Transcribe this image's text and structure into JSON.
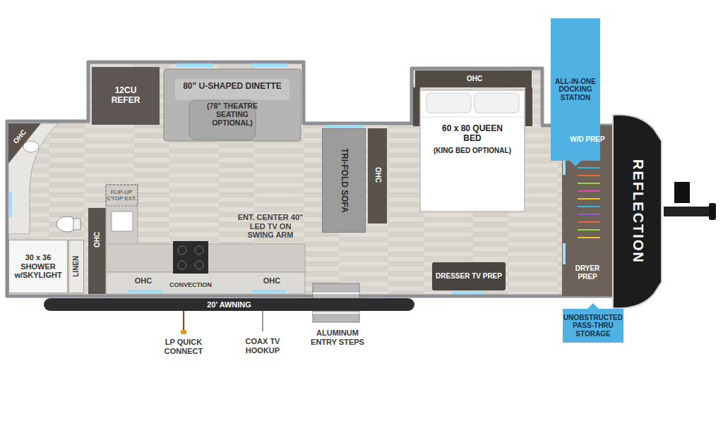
{
  "diagram": {
    "nodes": [
      {
        "text": [
          "12CU REFER"
        ]
      },
      {
        "text": [
          "80\" U-SHAPED DINETTE",
          "(78\" THEATRE SEATING OPTIONAL)"
        ]
      },
      {
        "text": [
          "TRI-FOLD SOFA"
        ]
      },
      {
        "text": [
          "60 x 80 QUEEN BED",
          "(KING BED OPTIONAL)"
        ]
      },
      {
        "text": [
          "30 x 36 SHOWER w/SKYLIGHT"
        ]
      },
      {
        "text": [
          "LINEN"
        ]
      },
      {
        "text": [
          "DRESSER TV PREP"
        ]
      },
      {
        "text": [
          "20' AWNING"
        ]
      },
      {
        "text": [
          "ALL-IN-ONE DOCKING STATION"
        ]
      },
      {
        "text": [
          "UNOBSTRUCTED PASS-THRU STORAGE"
        ]
      }
    ],
    "labels": [
      "OHC",
      "FLIP-UP C'TOP EXT.",
      "OHC",
      "OHC",
      "CONVECTION",
      "OHC",
      "ENT. CENTER 40\" LED TV ON SWING ARM",
      "OHC",
      "OHC",
      "W/D PREP",
      "DRYER PREP",
      "REFLECTION",
      "LP QUICK CONNECT",
      "COAX TV HOOKUP",
      "ALUMINUM ENTRY STEPS"
    ]
  }
}
